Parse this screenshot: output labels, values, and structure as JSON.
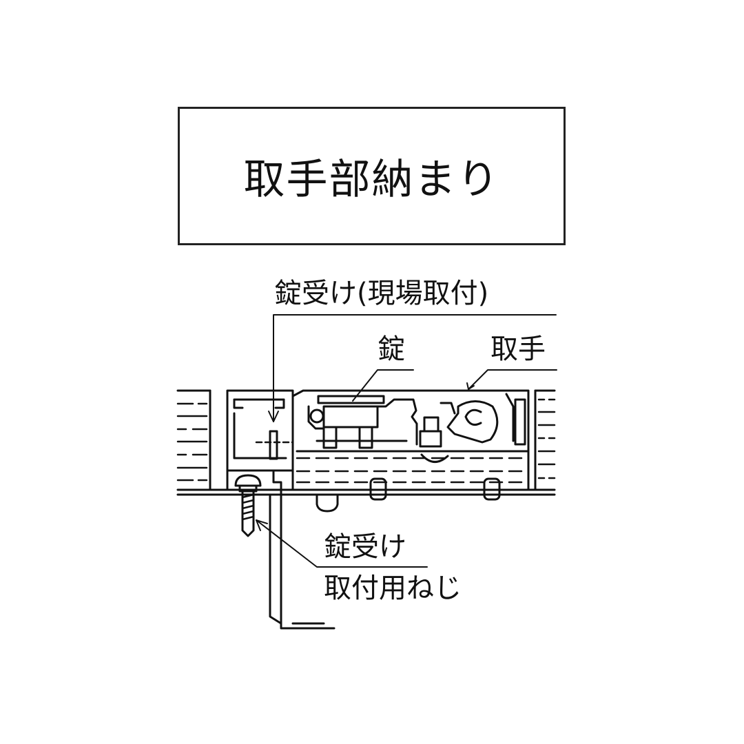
{
  "title": "取手部納まり",
  "labels": {
    "lock_receiver_onsite": "錠受け(現場取付)",
    "lock": "錠",
    "handle": "取手",
    "screw_line1": "錠受け",
    "screw_line2": "取付用ねじ"
  },
  "colors": {
    "line": "#111111",
    "background": "#ffffff"
  }
}
